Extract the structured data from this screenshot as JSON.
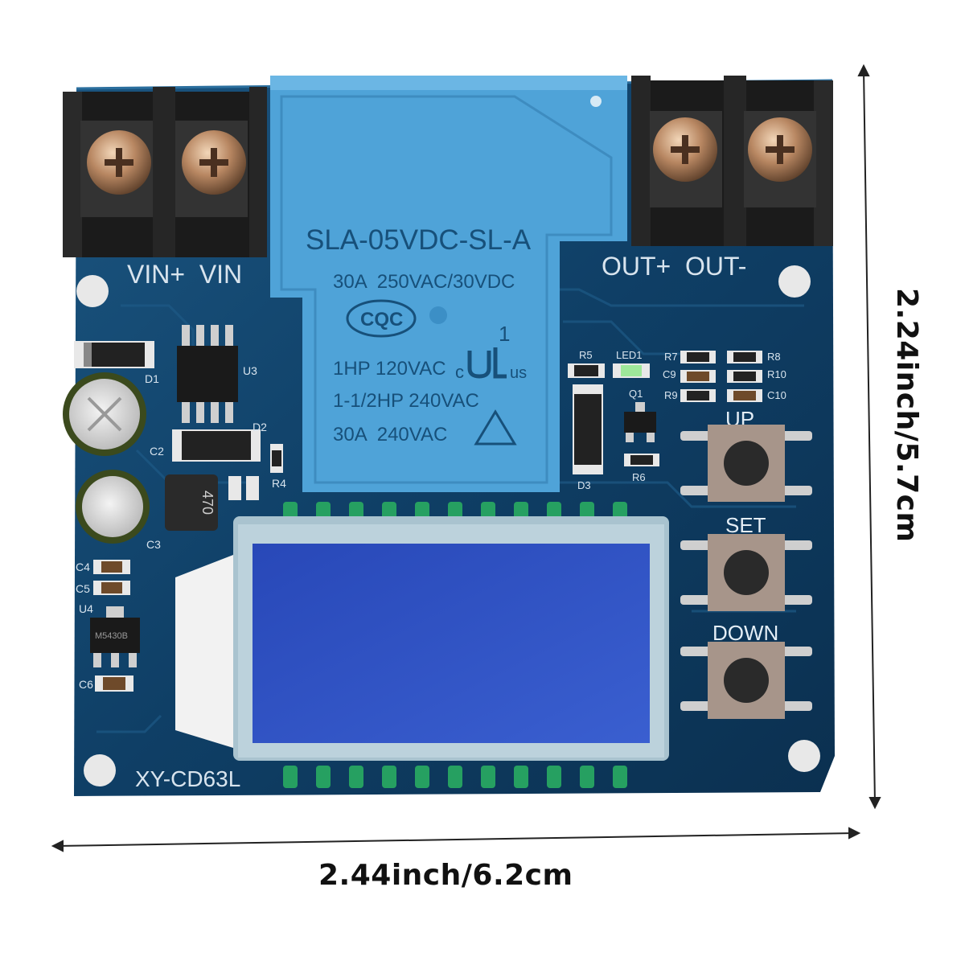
{
  "board": {
    "model": "XY-CD63L",
    "input_label": "VIN+  VIN",
    "output_label": "OUT+  OUT-"
  },
  "relay": {
    "model": "SLA-05VDC-SL-A",
    "rating_line1": "30A  250VAC/30VDC",
    "cert_mark": "CQC",
    "pin_mark": "1",
    "rating_line2": "1HP 120VAC",
    "ul_c": "c",
    "ul_us": "us",
    "rating_line3": "1-1/2HP 240VAC",
    "rating_line4": "30A  240VAC"
  },
  "buttons": {
    "up": "UP",
    "set": "SET",
    "down": "DOWN"
  },
  "component_labels": {
    "d1": "D1",
    "d2": "D2",
    "d3": "D3",
    "u3": "U3",
    "u4": "U4",
    "c2": "C2",
    "c3": "C3",
    "c4": "C4",
    "c5": "C5",
    "c6": "C6",
    "c9": "C9",
    "c10": "C10",
    "r4": "R4",
    "r5": "R5",
    "r6": "R6",
    "r7": "R7",
    "r8": "R8",
    "r9": "R9",
    "r10": "R10",
    "led1": "LED1",
    "q1": "Q1",
    "inductor": "470",
    "u4_marking": "M5430B"
  },
  "dimensions": {
    "width": "2.44inch/6.2cm",
    "height": "2.24inch/5.7cm"
  },
  "colors": {
    "pcb": "#0f3d62",
    "relay": "#4fa3d8",
    "lcd": "#2c4fbf",
    "terminal": "#1b1b1b"
  }
}
